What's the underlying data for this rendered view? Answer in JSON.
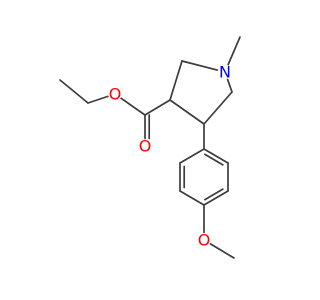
{
  "molecule": {
    "atoms": {
      "N1": {
        "symbol": "N",
        "color": "#0000ff"
      },
      "O_carbonyl": {
        "symbol": "O",
        "color": "#ff0000"
      },
      "O_ester": {
        "symbol": "O",
        "color": "#ff0000"
      },
      "O_methoxy": {
        "symbol": "O",
        "color": "#ff0000"
      }
    },
    "bond_color": "#3c3c3c",
    "background": "#ffffff"
  }
}
